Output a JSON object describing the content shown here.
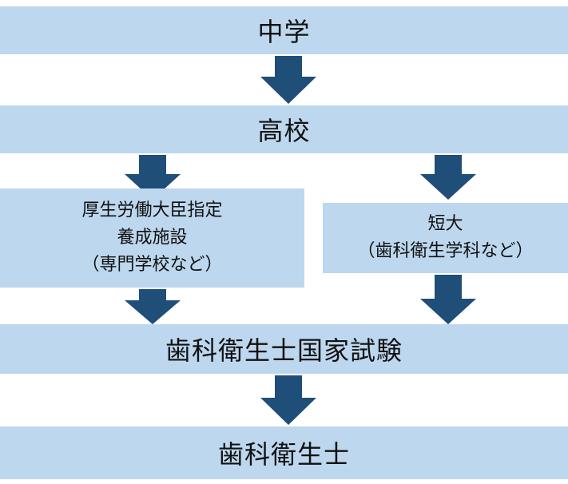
{
  "colors": {
    "box_fill": "#bdd7ee",
    "arrow_fill": "#1f4e79",
    "text": "#111111"
  },
  "nodes": {
    "junior_high": "中学",
    "high_school": "高校",
    "training_facility": {
      "line1": "厚生労働大臣指定",
      "line2": "養成施設",
      "line3": "（専門学校など）"
    },
    "junior_college": {
      "line1": "短大",
      "line2": "（歯科衛生学科など）"
    },
    "national_exam": "歯科衛生士国家試験",
    "dental_hygienist": "歯科衛生士"
  },
  "icons": {
    "arrow": "arrow-down-icon"
  }
}
